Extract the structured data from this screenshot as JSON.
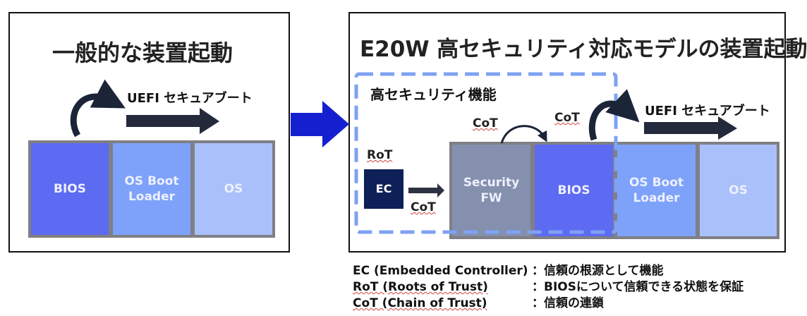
{
  "left_panel": {
    "title": "一般的な装置起動",
    "uefi_label": "UEFI セキュアブート",
    "blocks": [
      {
        "label": "BIOS",
        "color": "#5d6af2"
      },
      {
        "label": "OS Boot\nLoader",
        "color": "#7ea2f9"
      },
      {
        "label": "OS",
        "color": "#a9c0fb"
      }
    ]
  },
  "transition_arrow": {
    "color": "#1420d0"
  },
  "right_panel": {
    "title": "E20W 高セキュリティ対応モデルの装置起動",
    "security_region_label": "高セキュリティ機能",
    "rot_label": "RoT",
    "ec_label": "EC",
    "cot_labels": [
      "CoT",
      "CoT",
      "CoT"
    ],
    "uefi_label": "UEFI セキュアブート",
    "blocks": [
      {
        "label": "Security\nFW",
        "color": "#8490ad"
      },
      {
        "label": "BIOS",
        "color": "#5d6af2"
      },
      {
        "label": "OS Boot\nLoader",
        "color": "#7ea2f9"
      },
      {
        "label": "OS",
        "color": "#a9c0fb"
      }
    ],
    "ec_color": "#0d2058",
    "dashed_color": "#7ea2f2"
  },
  "legend": [
    {
      "term": "EC (Embedded Controller)",
      "desc": "：信頼の根源として機能"
    },
    {
      "term": "RoT (Roots of Trust)",
      "desc": "：BIOSについて信頼できる状態を保証"
    },
    {
      "term": "CoT (Chain of Trust)",
      "desc": "：信頼の連鎖"
    }
  ]
}
